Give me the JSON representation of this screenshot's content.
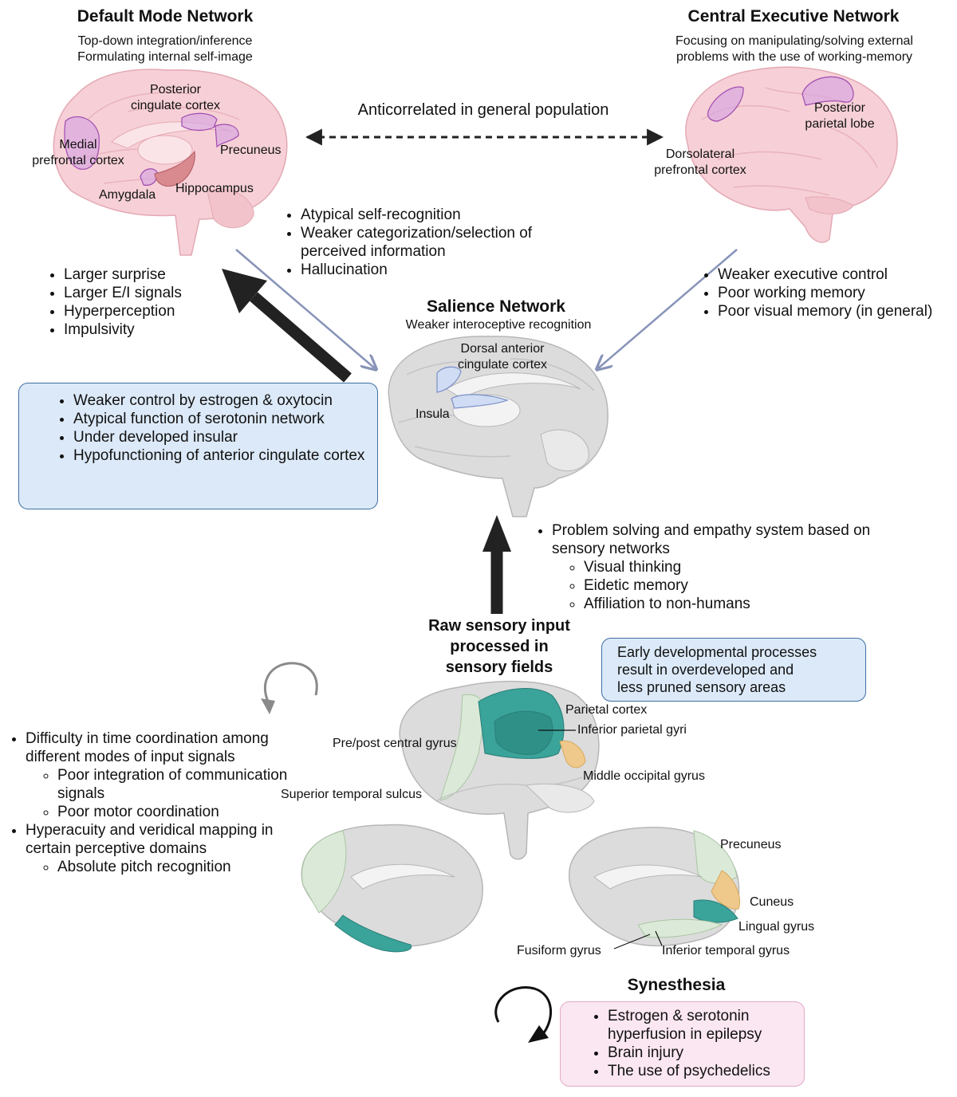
{
  "dmn": {
    "title": "Default Mode Network",
    "sub1": "Top-down integration/inference",
    "sub2": "Formulating internal self-image",
    "regions": {
      "pcc1": "Posterior",
      "pcc2": "cingulate cortex",
      "mpfc1": "Medial",
      "mpfc2": "prefrontal cortex",
      "precuneus": "Precuneus",
      "amygdala": "Amygdala",
      "hippocampus": "Hippocampus"
    },
    "bullets": [
      "Larger surprise",
      "Larger E/I signals",
      "Hyperperception",
      "Impulsivity"
    ]
  },
  "cen": {
    "title": "Central Executive Network",
    "sub1": "Focusing on manipulating/solving external",
    "sub2": "problems with the use of working-memory",
    "regions": {
      "ppl1": "Posterior",
      "ppl2": "parietal lobe",
      "dlpfc1": "Dorsolateral",
      "dlpfc2": "prefrontal cortex"
    },
    "bullets": [
      "Weaker executive control",
      "Poor working memory",
      "Poor visual memory (in general)"
    ]
  },
  "anticorrelated": "Anticorrelated in general population",
  "middle_bullets": [
    "Atypical self-recognition",
    "Weaker categorization/selection of perceived information",
    "Hallucination"
  ],
  "sn": {
    "title": "Salience Network",
    "sub": "Weaker interoceptive recognition",
    "regions": {
      "dacc1": "Dorsal anterior",
      "dacc2": "cingulate cortex",
      "insula": "Insula"
    }
  },
  "blue_box": [
    "Weaker control by estrogen & oxytocin",
    "Atypical function of serotonin network",
    "Under developed insular",
    "Hypofunctioning of anterior cingulate cortex"
  ],
  "problem_solving": {
    "main": "Problem solving and empathy system based on sensory networks",
    "sub": [
      "Visual thinking",
      "Eidetic memory",
      "Affiliation to non-humans"
    ]
  },
  "raw": {
    "l1": "Raw sensory input",
    "l2": "processed in",
    "l3": "sensory fields"
  },
  "early_box": {
    "l1": "Early developmental processes",
    "l2": "result in overdeveloped and",
    "l3": "less pruned sensory areas"
  },
  "sensory_regions": {
    "parietal": "Parietal cortex",
    "inferior_parietal": "Inferior parietal gyri",
    "prepost": "Pre/post central gyrus",
    "middle_occipital": "Middle occipital  gyrus",
    "sts": "Superior temporal sulcus",
    "precuneus": "Precuneus",
    "cuneus": "Cuneus",
    "lingual": "Lingual gyrus",
    "fusiform": "Fusiform gyrus",
    "inferior_temporal": "Inferior temporal gyrus"
  },
  "left_list": {
    "item1": "Difficulty in time coordination among different modes of input signals",
    "item1_sub": [
      "Poor integration of communication signals",
      "Poor motor coordination"
    ],
    "item2": "Hyperacuity and veridical mapping in certain perceptive domains",
    "item2_sub": [
      "Absolute pitch recognition"
    ]
  },
  "synesthesia": {
    "title": "Synesthesia",
    "bullets": [
      "Estrogen & serotonin hyperfusion in epilepsy",
      "Brain injury",
      "The use of psychedelics"
    ]
  },
  "colors": {
    "pink_brain": "#f6d0d6",
    "grey_brain": "#dcdcdc",
    "purple_region": "#d9a6e0",
    "blue_region": "#cfdcf3",
    "teal": "#3aa39a",
    "light_green": "#dbead8",
    "orange": "#efc98b",
    "box_blue": "#dce9f8",
    "box_pink": "#fbe7f1",
    "arrow_blue": "#8793b8"
  }
}
